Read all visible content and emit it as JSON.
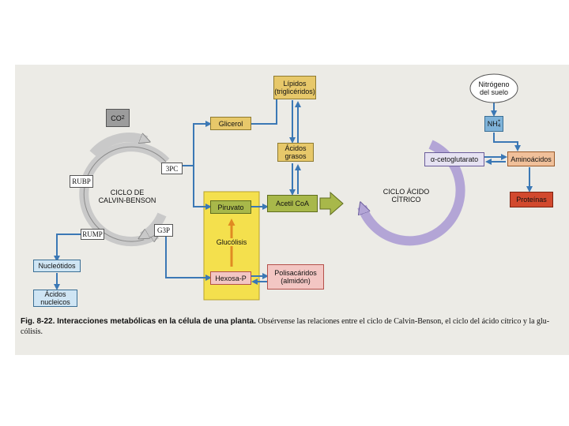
{
  "figure": {
    "nodes": {
      "co2": "CO",
      "co2_sub": "2",
      "rubp": "RUBP",
      "pga": "3PC",
      "g3p": "G3P",
      "rump": "RUMP",
      "calvin_cycle": "CICLO DE\nCALVIN-BENSON",
      "nucleotidos": "Nucleótidos",
      "acidos_nucleicos": "Ácidos\nnucleicos",
      "glicerol": "Glicerol",
      "lipidos": "Lípidos\n(triglicéridos)",
      "acidos_grasos": "Ácidos\ngrasos",
      "piruvato": "Piruvato",
      "acetil_coa": "Acetil CoA",
      "glucolisis": "Glucólisis",
      "hexosa_p": "Hexosa-P",
      "polisacaridos": "Polisacáridos\n(almidón)",
      "krebs_cycle": "CICLO ÁCIDO\nCÍTRICO",
      "nitrogeno": "Nitrógeno\ndel suelo",
      "nh4": "NH",
      "nh4_sup": "+",
      "nh4_sub": "4",
      "cetoglutarato": "α-cetoglutarato",
      "aminoacidos": "Aminoácidos",
      "proteinas": "Proteínas"
    },
    "caption": {
      "title": "Fig. 8-22. Interacciones metabólicas en la célula de una planta.",
      "body": " Obsérvense las relaciones entre el ciclo de Calvin-Benson, el ciclo del ácido cítrico y la glu-cólisis."
    },
    "colors": {
      "calvin_ring": "#c9c9c9",
      "krebs_ring": "#b3a5d6",
      "arrow_blue": "#3b78b5",
      "highlight": "#f4e04d",
      "box_gold": "#e7c86a",
      "box_red": "#d2492e"
    }
  }
}
